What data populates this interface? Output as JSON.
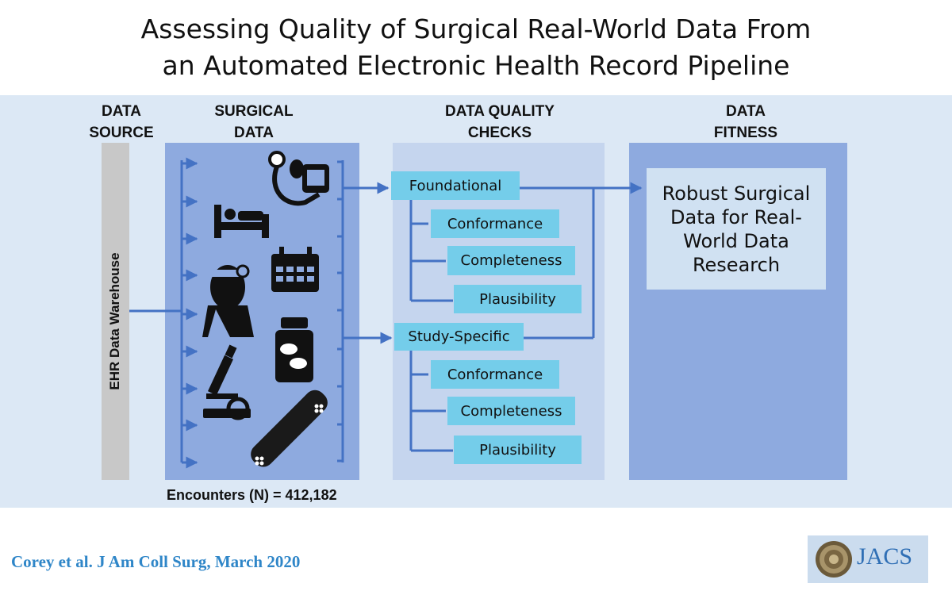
{
  "title": {
    "line1": "Assessing Quality of Surgical Real-World Data From",
    "line2": "an Automated Electronic Health Record Pipeline"
  },
  "headers": {
    "data_source": [
      "DATA",
      "SOURCE"
    ],
    "surgical_data": [
      "SURGICAL",
      "DATA"
    ],
    "dq_checks": [
      "DATA QUALITY",
      "CHECKS"
    ],
    "data_fitness": [
      "DATA",
      "FITNESS"
    ]
  },
  "ehr_label": "EHR Data Warehouse",
  "icons": [
    "blood-pressure-cuff-icon",
    "hospital-bed-icon",
    "surgeon-icon",
    "calendar-icon",
    "medication-bottle-icon",
    "microscope-icon",
    "wearable-sensor-icon"
  ],
  "checks": {
    "foundational": {
      "label": "Foundational",
      "items": [
        "Conformance",
        "Completeness",
        "Plausibility"
      ]
    },
    "study_specific": {
      "label": "Study-Specific",
      "items": [
        "Conformance",
        "Completeness",
        "Plausibility"
      ]
    }
  },
  "fitness_text": [
    "Robust Surgical",
    "Data for Real-",
    "World Data",
    "Research"
  ],
  "encounters": "Encounters (N) = 412,182",
  "citation": "Corey et al. J Am Coll Surg, March 2020",
  "journal": "JACS",
  "colors": {
    "band": "#dce8f5",
    "panel_blue": "#8eaadf",
    "panel_light": "#c5d5ee",
    "check_box": "#74cdea",
    "arrow": "#4472c4",
    "citation": "#2f86c8"
  }
}
